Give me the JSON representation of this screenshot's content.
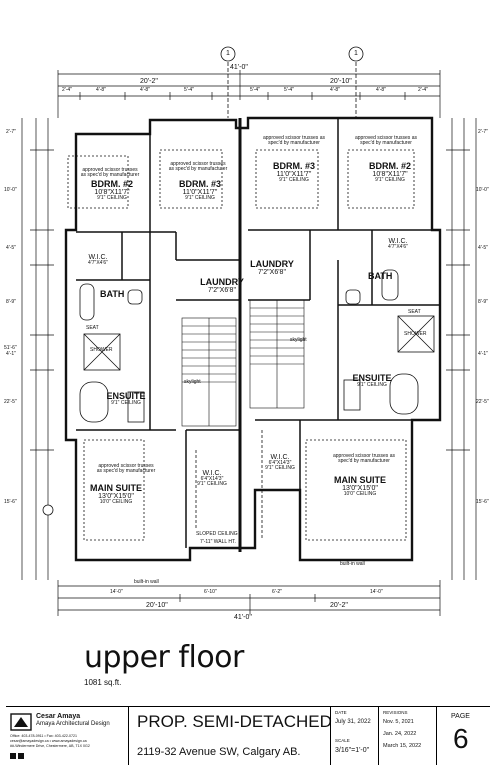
{
  "plan": {
    "rooms": {
      "bdrm2_left": {
        "name": "BDRM. #2",
        "size": "10'8\"X11'7\"",
        "ceiling": "9'1\" CEILING"
      },
      "bdrm3_left": {
        "name": "BDRM. #3",
        "size": "11'0\"X11'7\"",
        "ceiling": "9'1\" CEILING"
      },
      "bdrm3_right": {
        "name": "BDRM. #3",
        "size": "11'0\"X11'7\"",
        "ceiling": "9'1\" CEILING"
      },
      "bdrm2_right": {
        "name": "BDRM. #2",
        "size": "10'8\"X11'7\"",
        "ceiling": "9'1\" CEILING"
      },
      "wic_left_small": {
        "name": "W.I.C.",
        "size": "4'7\"X4'6\""
      },
      "wic_right_small": {
        "name": "W.I.C.",
        "size": "4'7\"X4'6\""
      },
      "bath_left": {
        "name": "BATH"
      },
      "bath_right": {
        "name": "BATH"
      },
      "laundry_left": {
        "name": "LAUNDRY",
        "size": "7'2\"X6'8\""
      },
      "laundry_right": {
        "name": "LAUNDRY",
        "size": "7'2\"X6'8\""
      },
      "ensuite_left": {
        "name": "ENSUITE",
        "ceiling": "9'1\" CEILING"
      },
      "ensuite_right": {
        "name": "ENSUITE",
        "ceiling": "9'1\" CEILING"
      },
      "main_left": {
        "name": "MAIN SUITE",
        "size": "13'0\"X15'0\"",
        "ceiling": "10'0\" CEILING"
      },
      "main_right": {
        "name": "MAIN SUITE",
        "size": "13'0\"X15'0\"",
        "ceiling": "10'0\" CEILING"
      },
      "wic_left_big": {
        "name": "W.I.C.",
        "size": "6'4\"X14'3\"",
        "ceiling": "9'1\" CEILING"
      },
      "wic_right_big": {
        "name": "W.I.C.",
        "size": "6'4\"X14'3\"",
        "ceiling": "9'1\" CEILING"
      }
    },
    "notes": {
      "truss": "approved scissor trusses as spec'd by manufacturer",
      "sloped": "SLOPED CEILING",
      "wall_ht": "7'-11\" WALL HT.",
      "skylight": "skylight",
      "seat": "SEAT",
      "shower": "SHOWER",
      "built_in": "built-in wall"
    },
    "grid_marks": {
      "left": "1",
      "right": "1"
    },
    "dimensions": {
      "top_total": "41'-0\"",
      "top_left_half": "20'-2\"",
      "top_right_half": "20'-10\"",
      "bottom_total": "41'-0\"",
      "bottom_left_half": "20'-10\"",
      "bottom_right_half": "20'-2\"",
      "bottom_left_a": "14'-0\"",
      "bottom_left_b": "6'-10\"",
      "bottom_right_a": "6'-2\"",
      "bottom_right_b": "14'-0\"",
      "top_segments": [
        "2'-4\"",
        "4'-8\"",
        "4'-8\"",
        "5'-4\"",
        "5'-4\"",
        "5'-4\"",
        "4'-8\"",
        "4'-8\"",
        "2'-4\""
      ],
      "left_side": [
        "2'-7\"",
        "10'-0\"",
        "4'-5\"",
        "8'-9\"",
        "4'-1\"",
        "22'-5\"",
        "15'-6\""
      ],
      "right_side": [
        "2'-7\"",
        "10'-0\"",
        "4'-5\"",
        "8'-9\"",
        "4'-1\"",
        "22'-5\"",
        "15'-6\""
      ],
      "overall_side": "51'-6\""
    }
  },
  "title": {
    "main": "upper floor",
    "sqft": "1081 sq.ft."
  },
  "title_block": {
    "company": "Cesar Amaya",
    "company_sub": "Amaya Architectural Design",
    "contact": [
      "Office: 403-478-0911 • Fax: 403-422-0721",
      "cesar@amayadesign.ca • www.amayadesign.ca",
      "##-Windermere Drive, Chestermere, AB, T1X 0G2"
    ],
    "project": "PROP. SEMI-DETACHED",
    "address": "2119-32 Avenue SW, Calgary AB.",
    "date_label": "DATE",
    "date": "July 31, 2022",
    "scale_label": "SCALE",
    "scale": "3/16\"=1'-0\"",
    "revisions_label": "REVISIONS",
    "revisions": [
      "Nov. 5, 2021",
      "Jan. 24, 2022",
      "March 15, 2022"
    ],
    "page_label": "PAGE",
    "page": "6"
  },
  "colors": {
    "line": "#111111",
    "paper": "#ffffff",
    "grid": "#555555"
  }
}
